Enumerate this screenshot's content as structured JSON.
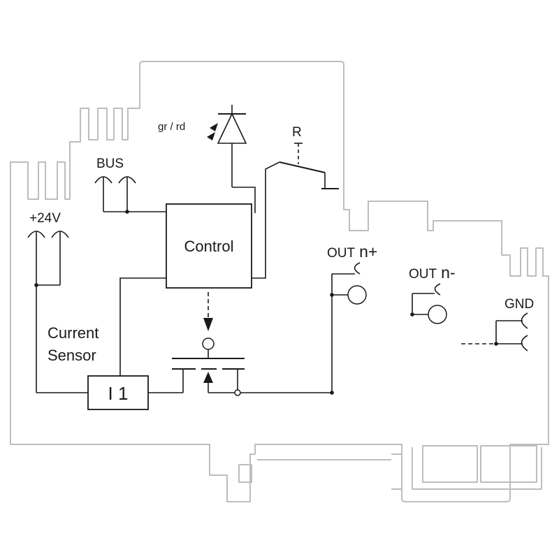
{
  "labels": {
    "led": "gr  / rd",
    "relay": "R",
    "bus": "BUS",
    "supply": "+24V",
    "control": "Control",
    "out_pos_prefix": "OUT",
    "out_pos_suffix": "n+",
    "out_neg_prefix": "OUT",
    "out_neg_suffix": "n-",
    "gnd": "GND",
    "current_line1": "Current",
    "current_line2": "Sensor",
    "sensor_box": "I 1"
  },
  "colors": {
    "housing": "#bdbdbd",
    "line": "#1a1a1a"
  }
}
